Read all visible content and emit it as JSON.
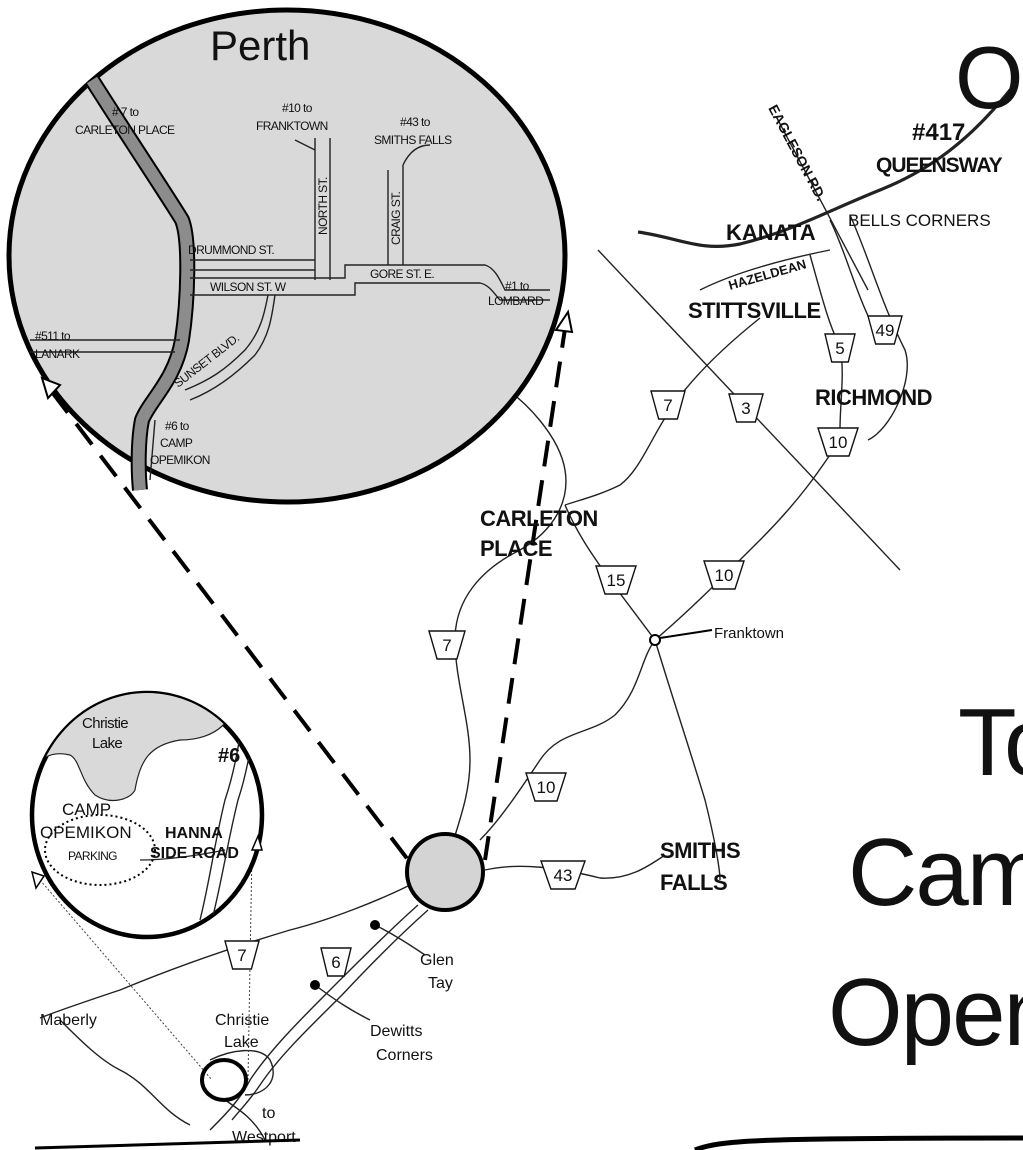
{
  "title": {
    "line1": "To",
    "line2": "Camp",
    "line3": "Opemikon",
    "corner": "O"
  },
  "perth_inset": {
    "heading": "Perth",
    "labels": {
      "hwy7_line1": "# 7 to",
      "hwy7_line2": "CARLETON PLACE",
      "hwy10_line1": "#10 to",
      "hwy10_line2": "FRANKTOWN",
      "hwy43_line1": "#43 to",
      "hwy43_line2": "SMITHS FALLS",
      "north_st": "NORTH ST.",
      "craig_st": "CRAIG ST.",
      "drummond_st": "DRUMMOND ST.",
      "wilson_st": "WILSON ST. W",
      "gore_st": "GORE ST. E.",
      "hwy1_line1": "#1 to",
      "hwy1_line2": "LOMBARD",
      "hwy511_line1": "#511 to",
      "hwy511_line2": "LANARK",
      "sunset_blvd": "SUNSET BLVD.",
      "hwy6_line1": "#6 to",
      "hwy6_line2": "CAMP",
      "hwy6_line3": "OPEMIKON"
    }
  },
  "camp_inset": {
    "lake_line1": "Christie",
    "lake_line2": "Lake",
    "hwy": "#6",
    "camp_line1": "CAMP",
    "camp_line2": "OPEMIKON",
    "parking": "PARKING",
    "road_line1": "HANNA",
    "road_line2": "SIDE ROAD"
  },
  "places": {
    "queensway_num": "#417",
    "queensway": "QUEENSWAY",
    "eagleson": "EAGLESON RD.",
    "kanata": "KANATA",
    "bells_corners": "BELLS CORNERS",
    "hazeldean": "HAZELDEAN",
    "stittsville": "STITTSVILLE",
    "richmond": "RICHMOND",
    "carleton_line1": "CARLETON",
    "carleton_line2": "PLACE",
    "franktown": "Franktown",
    "smiths_line1": "SMITHS",
    "smiths_line2": "FALLS",
    "glen_line1": "Glen",
    "glen_line2": "Tay",
    "dewitts_line1": "Dewitts",
    "dewitts_line2": "Corners",
    "maberly": "Maberly",
    "christie_line1": "Christie",
    "christie_line2": "Lake",
    "westport_line1": "to",
    "westport_line2": "Westport"
  },
  "shields": {
    "s49": "49",
    "s5": "5",
    "s7a": "7",
    "s3": "3",
    "s10a": "10",
    "s15": "15",
    "s10b": "10",
    "s7b": "7",
    "s10c": "10",
    "s43": "43",
    "s7c": "7",
    "s6": "6"
  },
  "colors": {
    "inset_fill": "#d9d9d9",
    "perth_marker": "#d4d4d4",
    "highway_band": "#8c8c8c",
    "ink": "#111111"
  }
}
